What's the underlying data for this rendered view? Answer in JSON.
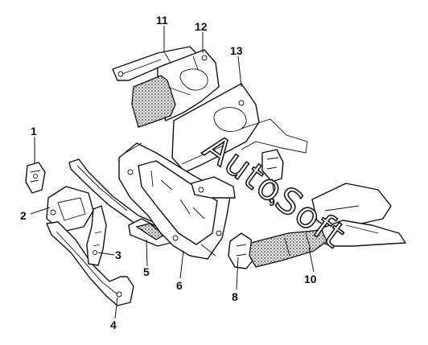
{
  "labels": {
    "p1": "1",
    "p2": "2",
    "p3": "3",
    "p4": "4",
    "p5": "5",
    "p6": "6",
    "p8": "8",
    "p9": "9",
    "p10": "10",
    "p11": "11",
    "p12": "12",
    "p13": "13"
  },
  "watermark": "AutoSoft",
  "colors": {
    "line": "#111111",
    "background": "#ffffff"
  }
}
